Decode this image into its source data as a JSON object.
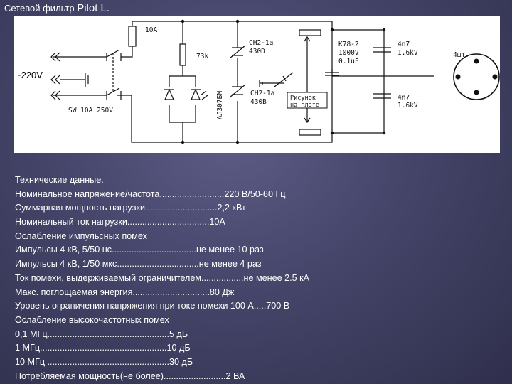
{
  "title": {
    "main": "Сетевой фильтр",
    "model": "Pilot L."
  },
  "schematic": {
    "labels": {
      "fuse": "10A",
      "resistor": "73k",
      "switch": "SW 10A 250V",
      "input_voltage": "~220V",
      "led": "АЛ307БМ",
      "varistor_top_part": "CH2-1a",
      "varistor_top_voltage": "430D",
      "varistor_bottom_part": "CH2-1a",
      "varistor_bottom_voltage": "430B",
      "pcb_note_line1": "Рисунок",
      "pcb_note_line2": "на плате",
      "cap_x_part": "K78-2",
      "cap_x_voltage": "1000V",
      "cap_x_value": "0.1uF",
      "cap_y_top_value": "4n7",
      "cap_y_top_voltage": "1.6kV",
      "cap_y_bottom_value": "4n7",
      "cap_y_bottom_voltage": "1.6kV",
      "sockets_count": "4шт."
    }
  },
  "specs": {
    "lines": [
      "Технические данные.",
      "Номинальное напряжение/частота..........................220 В/50-60 Гц",
      "Суммарная мощность нагрузки.............................2,2 кВт",
      "Номинальный ток нагрузки.................................10А",
      "Ослабление импульсных помех",
      "Импульсы 4 кВ, 5/50 нс..................................не менее 10 раз",
      "Импульсы 4 кВ, 1/50 мкс.................................не менее 4 раз",
      "Ток помехи, выдерживаемый ограничителем.................не менее 2.5 кА",
      "Макс. поглощаемая энергия...............................80 Дж",
      "Уровень ограничения напряжения при токе помехи 100 А.....700 В",
      "Ослабление высокочастотных помех",
      "0,1 МГц.................................................5 дБ",
      "1 МГц...................................................10 дБ",
      "10 МГц .................................................30 дБ",
      "Потребляемая мощность(не более).........................2 ВА"
    ]
  }
}
